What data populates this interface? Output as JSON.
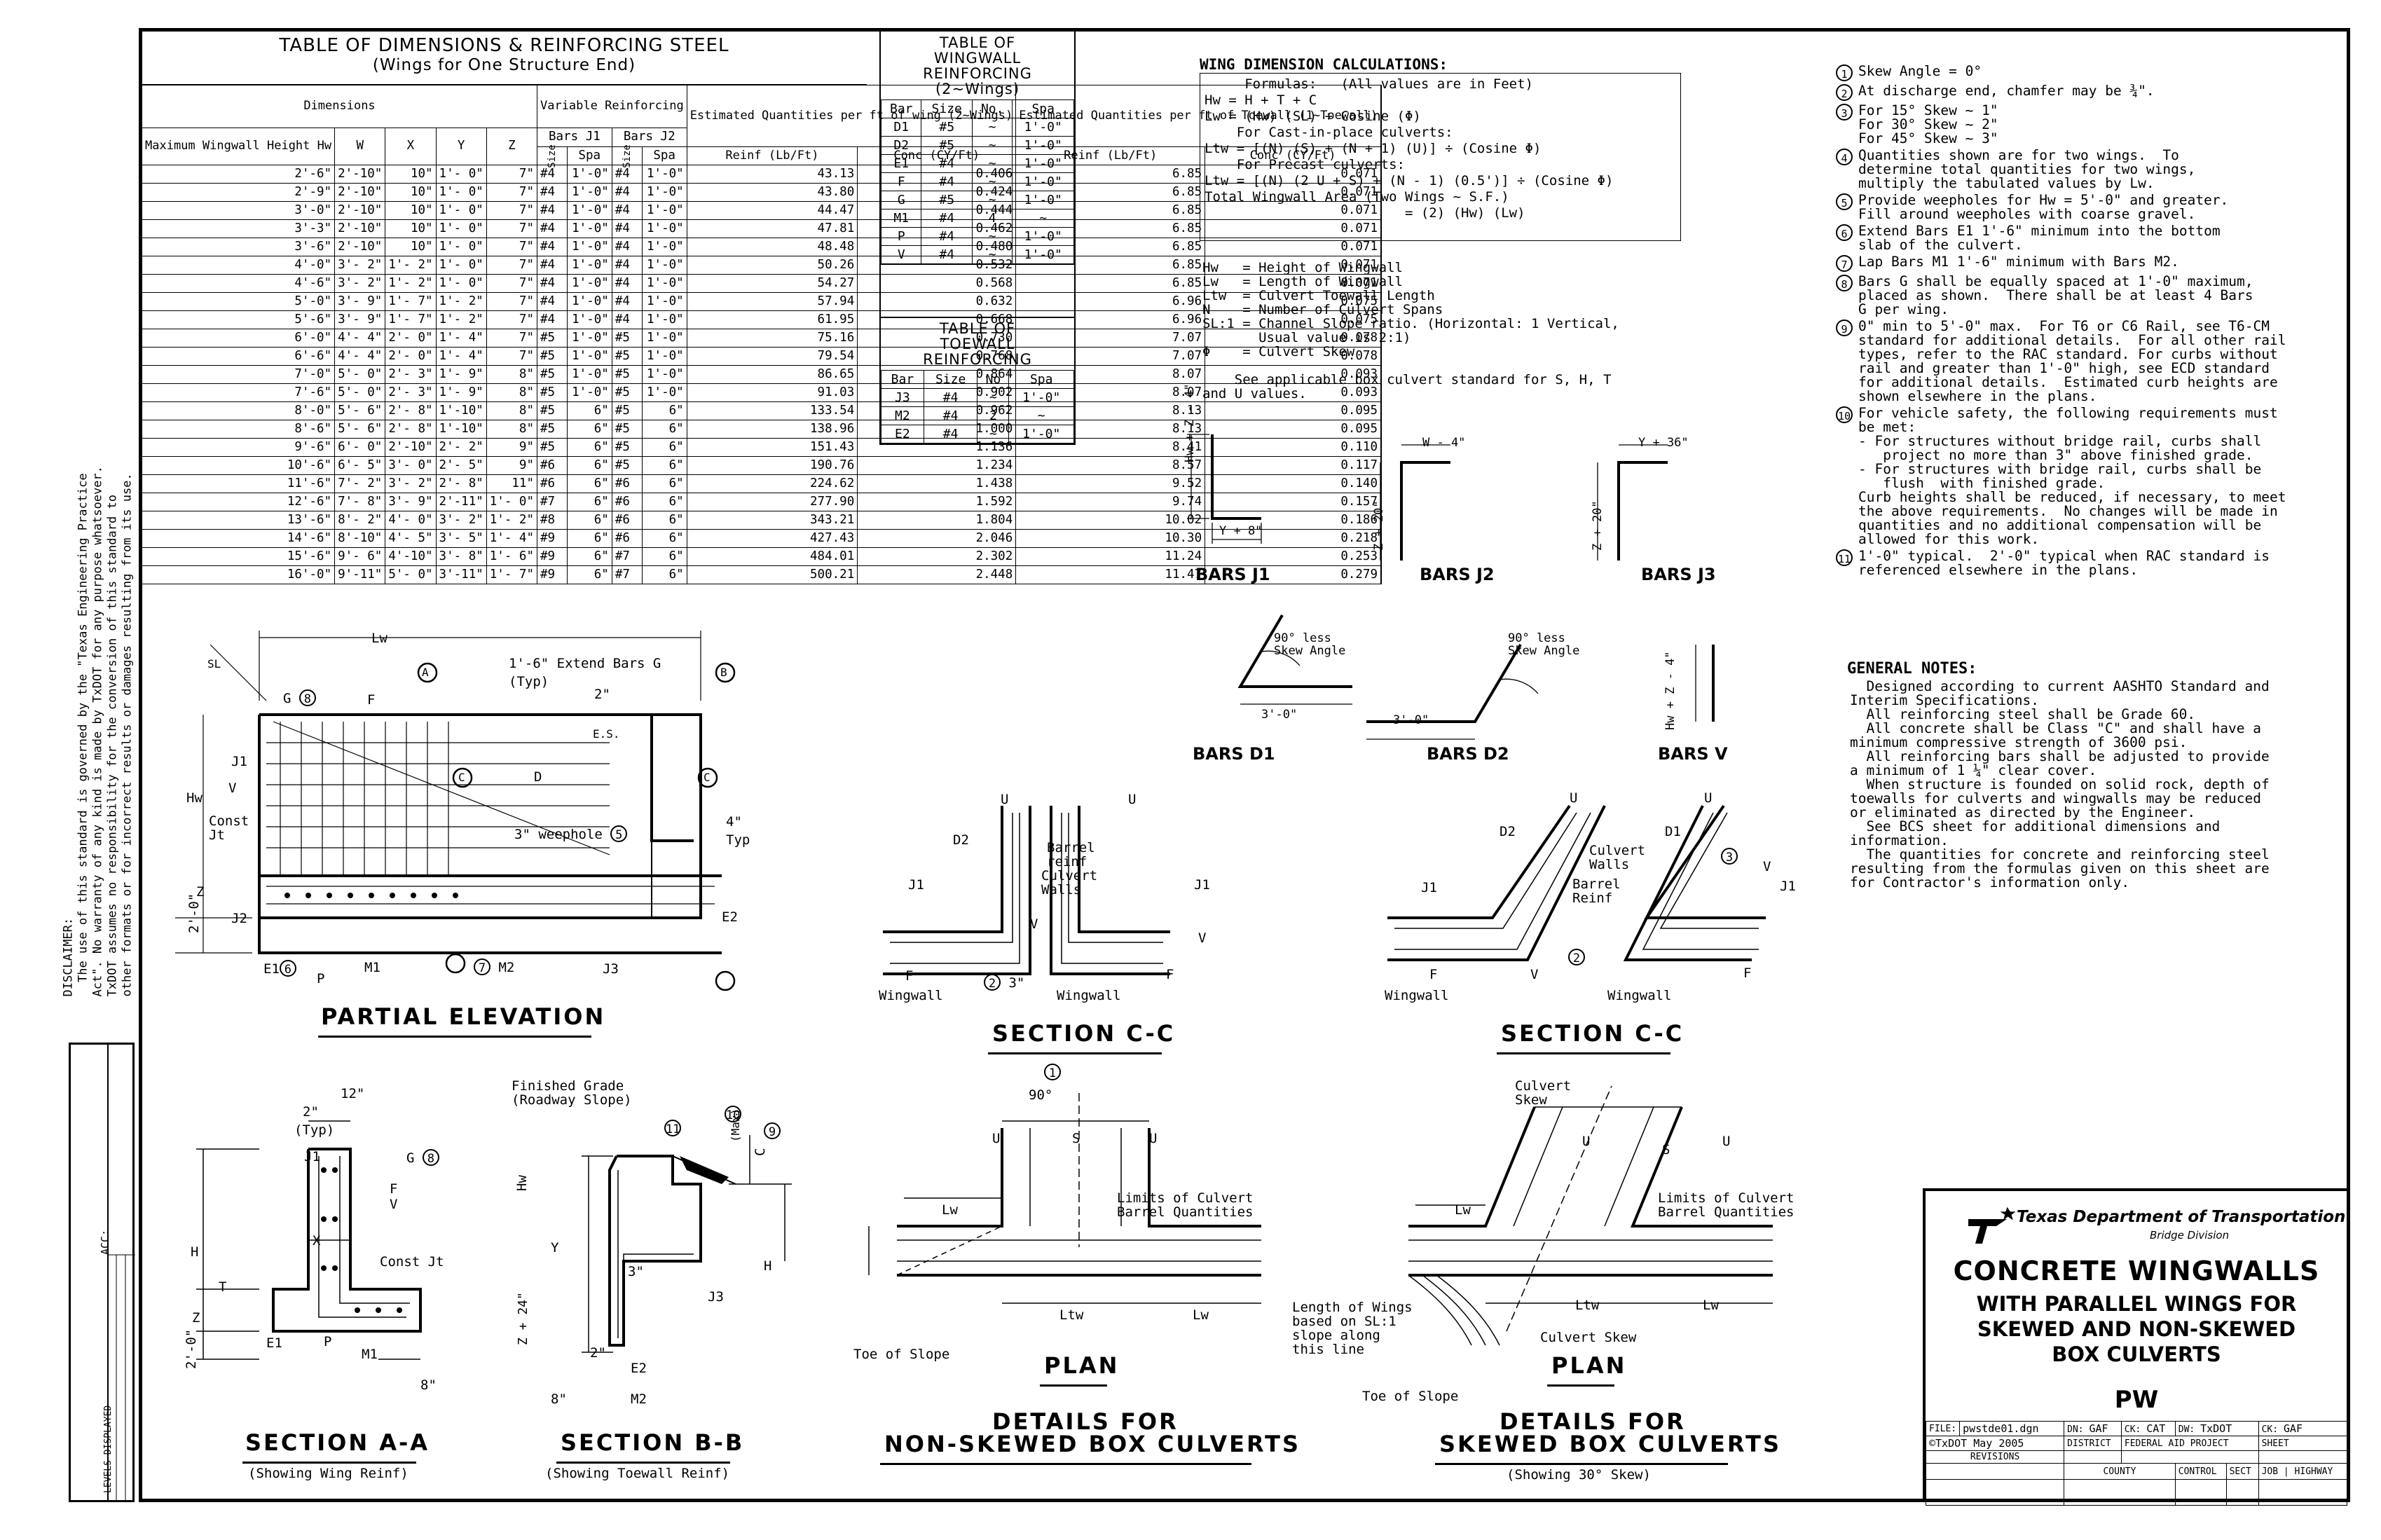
{
  "dimensions_table": {
    "title": "TABLE OF DIMENSIONS & REINFORCING STEEL",
    "subtitle": "(Wings for One Structure End)",
    "group_dimensions": "Dimensions",
    "group_variable": "Variable Reinforcing",
    "group_est_wing": "Estimated Quantities per ft of wing (2~Wings)",
    "group_est_toewall": "Estimated Quantities per ft of Toewall (1~Toewall)",
    "col_hw": "Maximum Wingwall Height Hw",
    "col_w": "W",
    "col_x": "X",
    "col_y": "Y",
    "col_z": "Z",
    "col_j1": "Bars J1",
    "col_j2": "Bars J2",
    "col_size": "Size",
    "col_spa": "Spa",
    "col_reinf": "Reinf (Lb/Ft)",
    "col_conc": "Conc (CY/Ft)",
    "rows": [
      [
        "2'-6\"",
        "2'-10\"",
        "10\"",
        "1'- 0\"",
        "7\"",
        "#4",
        "1'-0\"",
        "#4",
        "1'-0\"",
        "43.13",
        "0.406",
        "6.85",
        "0.071"
      ],
      [
        "2'-9\"",
        "2'-10\"",
        "10\"",
        "1'- 0\"",
        "7\"",
        "#4",
        "1'-0\"",
        "#4",
        "1'-0\"",
        "43.80",
        "0.424",
        "6.85",
        "0.071"
      ],
      [
        "3'-0\"",
        "2'-10\"",
        "10\"",
        "1'- 0\"",
        "7\"",
        "#4",
        "1'-0\"",
        "#4",
        "1'-0\"",
        "44.47",
        "0.444",
        "6.85",
        "0.071"
      ],
      [
        "3'-3\"",
        "2'-10\"",
        "10\"",
        "1'- 0\"",
        "7\"",
        "#4",
        "1'-0\"",
        "#4",
        "1'-0\"",
        "47.81",
        "0.462",
        "6.85",
        "0.071"
      ],
      [
        "3'-6\"",
        "2'-10\"",
        "10\"",
        "1'- 0\"",
        "7\"",
        "#4",
        "1'-0\"",
        "#4",
        "1'-0\"",
        "48.48",
        "0.480",
        "6.85",
        "0.071"
      ],
      [
        "4'-0\"",
        "3'- 2\"",
        "1'- 2\"",
        "1'- 0\"",
        "7\"",
        "#4",
        "1'-0\"",
        "#4",
        "1'-0\"",
        "50.26",
        "0.532",
        "6.85",
        "0.071"
      ],
      [
        "4'-6\"",
        "3'- 2\"",
        "1'- 2\"",
        "1'- 0\"",
        "7\"",
        "#4",
        "1'-0\"",
        "#4",
        "1'-0\"",
        "54.27",
        "0.568",
        "6.85",
        "0.071"
      ],
      [
        "5'-0\"",
        "3'- 9\"",
        "1'- 7\"",
        "1'- 2\"",
        "7\"",
        "#4",
        "1'-0\"",
        "#4",
        "1'-0\"",
        "57.94",
        "0.632",
        "6.96",
        "0.075"
      ],
      [
        "5'-6\"",
        "3'- 9\"",
        "1'- 7\"",
        "1'- 2\"",
        "7\"",
        "#4",
        "1'-0\"",
        "#4",
        "1'-0\"",
        "61.95",
        "0.668",
        "6.96",
        "0.075"
      ],
      [
        "6'-0\"",
        "4'- 4\"",
        "2'- 0\"",
        "1'- 4\"",
        "7\"",
        "#5",
        "1'-0\"",
        "#5",
        "1'-0\"",
        "75.16",
        "0.730",
        "7.07",
        "0.078"
      ],
      [
        "6'-6\"",
        "4'- 4\"",
        "2'- 0\"",
        "1'- 4\"",
        "7\"",
        "#5",
        "1'-0\"",
        "#5",
        "1'-0\"",
        "79.54",
        "0.768",
        "7.07",
        "0.078"
      ],
      [
        "7'-0\"",
        "5'- 0\"",
        "2'- 3\"",
        "1'- 9\"",
        "8\"",
        "#5",
        "1'-0\"",
        "#5",
        "1'-0\"",
        "86.65",
        "0.864",
        "8.07",
        "0.093"
      ],
      [
        "7'-6\"",
        "5'- 0\"",
        "2'- 3\"",
        "1'- 9\"",
        "8\"",
        "#5",
        "1'-0\"",
        "#5",
        "1'-0\"",
        "91.03",
        "0.902",
        "8.07",
        "0.093"
      ],
      [
        "8'-0\"",
        "5'- 6\"",
        "2'- 8\"",
        "1'-10\"",
        "8\"",
        "#5",
        "6\"",
        "#5",
        "6\"",
        "133.54",
        "0.962",
        "8.13",
        "0.095"
      ],
      [
        "8'-6\"",
        "5'- 6\"",
        "2'- 8\"",
        "1'-10\"",
        "8\"",
        "#5",
        "6\"",
        "#5",
        "6\"",
        "138.96",
        "1.000",
        "8.13",
        "0.095"
      ],
      [
        "9'-6\"",
        "6'- 0\"",
        "2'-10\"",
        "2'- 2\"",
        "9\"",
        "#5",
        "6\"",
        "#5",
        "6\"",
        "151.43",
        "1.136",
        "8.41",
        "0.110"
      ],
      [
        "10'-6\"",
        "6'- 5\"",
        "3'- 0\"",
        "2'- 5\"",
        "9\"",
        "#6",
        "6\"",
        "#5",
        "6\"",
        "190.76",
        "1.234",
        "8.57",
        "0.117"
      ],
      [
        "11'-6\"",
        "7'- 2\"",
        "3'- 2\"",
        "2'- 8\"",
        "11\"",
        "#6",
        "6\"",
        "#6",
        "6\"",
        "224.62",
        "1.438",
        "9.52",
        "0.140"
      ],
      [
        "12'-6\"",
        "7'- 8\"",
        "3'- 9\"",
        "2'-11\"",
        "1'- 0\"",
        "#7",
        "6\"",
        "#6",
        "6\"",
        "277.90",
        "1.592",
        "9.74",
        "0.157"
      ],
      [
        "13'-6\"",
        "8'- 2\"",
        "4'- 0\"",
        "3'- 2\"",
        "1'- 2\"",
        "#8",
        "6\"",
        "#6",
        "6\"",
        "343.21",
        "1.804",
        "10.02",
        "0.186"
      ],
      [
        "14'-6\"",
        "8'-10\"",
        "4'- 5\"",
        "3'- 5\"",
        "1'- 4\"",
        "#9",
        "6\"",
        "#6",
        "6\"",
        "427.43",
        "2.046",
        "10.30",
        "0.218"
      ],
      [
        "15'-6\"",
        "9'- 6\"",
        "4'-10\"",
        "3'- 8\"",
        "1'- 6\"",
        "#9",
        "6\"",
        "#7",
        "6\"",
        "484.01",
        "2.302",
        "11.24",
        "0.253"
      ],
      [
        "16'-0\"",
        "9'-11\"",
        "5'- 0\"",
        "3'-11\"",
        "1'- 7\"",
        "#9",
        "6\"",
        "#7",
        "6\"",
        "500.21",
        "2.448",
        "11.47",
        "0.279"
      ]
    ]
  },
  "wingwall_table": {
    "title": "TABLE OF WINGWALL REINFORCING (2~Wings)",
    "headers": [
      "Bar",
      "Size",
      "No.",
      "Spa"
    ],
    "rows": [
      [
        "D1",
        "#5",
        "~",
        "1'-0\""
      ],
      [
        "D2",
        "#5",
        "~",
        "1'-0\""
      ],
      [
        "E1",
        "#4",
        "~",
        "1'-0\""
      ],
      [
        "F",
        "#4",
        "~",
        "1'-0\""
      ],
      [
        "G",
        "#5",
        "~",
        "1'-0\""
      ],
      [
        "M1",
        "#4",
        "4",
        "~"
      ],
      [
        "P",
        "#4",
        "~",
        "1'-0\""
      ],
      [
        "V",
        "#4",
        "~",
        "1'-0\""
      ]
    ]
  },
  "toewall_table": {
    "title": "TABLE OF TOEWALL REINFORCING",
    "headers": [
      "Bar",
      "Size",
      "No",
      "Spa"
    ],
    "rows": [
      [
        "J3",
        "#4",
        "~",
        "1'-0\""
      ],
      [
        "M2",
        "#4",
        "2",
        "~"
      ],
      [
        "E2",
        "#4",
        "~",
        "1'-0\""
      ]
    ]
  },
  "wing_calc": {
    "title": "WING DIMENSION CALCULATIONS:",
    "lines": [
      "     Formulas:   (All values are in Feet)",
      "Hw = H + T + C",
      "Lw = (Hw) (SL) ÷ Cosine (Φ)",
      "    For Cast-in-place culverts:",
      "Ltw = [(N) (S) + (N + 1) (U)] ÷ (Cosine Φ)",
      "    For Precast culverts:",
      "Ltw = [(N) (2 U + S) + (N - 1) (0.5')] ÷ (Cosine Φ)",
      "Total Wingwall Area (Two Wings ~ S.F.)",
      "                         = (2) (Hw) (Lw)"
    ],
    "defs": [
      "Hw   = Height of Wingwall",
      "Lw   = Length of Wingwall",
      "Ltw  = Culvert Toewall Length",
      "N    = Number of Culvert Spans",
      "SL:1 = Channel Slope ratio. (Horizontal: 1 Vertical,",
      "       Usual value is 2:1)",
      "Φ    = Culvert Skew",
      "",
      "    See applicable box culvert standard for S, H, T",
      "and U values."
    ]
  },
  "notes": [
    {
      "n": "1",
      "t": "Skew Angle = 0°"
    },
    {
      "n": "2",
      "t": "At discharge end, chamfer may be ¾\"."
    },
    {
      "n": "3",
      "t": "For 15° Skew ~ 1\"\nFor 30° Skew ~ 2\"\nFor 45° Skew ~ 3\""
    },
    {
      "n": "4",
      "t": "Quantities shown are for two wings.  To\ndetermine total quantities for two wings,\nmultiply the tabulated values by Lw."
    },
    {
      "n": "5",
      "t": "Provide weepholes for Hw = 5'-0\" and greater.\nFill around weepholes with coarse gravel."
    },
    {
      "n": "6",
      "t": "Extend Bars E1 1'-6\" minimum into the bottom\nslab of the culvert."
    },
    {
      "n": "7",
      "t": "Lap Bars M1 1'-6\" minimum with Bars M2."
    },
    {
      "n": "8",
      "t": "Bars G shall be equally spaced at 1'-0\" maximum,\nplaced as shown.  There shall be at least 4 Bars\nG per wing."
    },
    {
      "n": "9",
      "t": "0\" min to 5'-0\" max.  For T6 or C6 Rail, see T6-CM\nstandard for additional details.  For all other rail\ntypes, refer to the RAC standard. For curbs without\nrail and greater than 1'-0\" high, see ECD standard\nfor additional details.  Estimated curb heights are\nshown elsewhere in the plans."
    },
    {
      "n": "10",
      "t": "For vehicle safety, the following requirements must\nbe met:\n- For structures without bridge rail, curbs shall\n   project no more than 3\" above finished grade.\n- For structures with bridge rail, curbs shall be\n   flush  with finished grade.\nCurb heights shall be reduced, if necessary, to meet\nthe above requirements.  No changes will be made in\nquantities and no additional compensation will be\nallowed for this work."
    },
    {
      "n": "11",
      "t": "1'-0\" typical.  2'-0\" typical when RAC standard is\nreferenced elsewhere in the plans."
    }
  ],
  "general_notes": {
    "title": "GENERAL NOTES:",
    "text": "  Designed according to current AASHTO Standard and\nInterim Specifications.\n  All reinforcing steel shall be Grade 60.\n  All concrete shall be Class \"C\" and shall have a\nminimum compressive strength of 3600 psi.\n  All reinforcing bars shall be adjusted to provide\na minimum of 1 ¼\" clear cover.\n  When structure is founded on solid rock, depth of\ntoewalls for culverts and wingwalls may be reduced\nor eliminated as directed by the Engineer.\n  See BCS sheet for additional dimensions and\ninformation.\n  The quantities for concrete and reinforcing steel\nresulting from the formulas given on this sheet are\nfor Contractor's information only."
  },
  "bars": {
    "j1": "BARS J1",
    "j2": "BARS J2",
    "j3": "BARS J3",
    "d1": "BARS D1",
    "d2": "BARS D2",
    "v": "BARS V",
    "j1_dim_v": "Hw + Z - 4\"",
    "j1_dim_h": "Y + 8\"",
    "j2_dim_h": "W - 4\"",
    "j2_dim_v": "Z + 20\"",
    "j3_dim_h": "Y + 36\"",
    "j3_dim_v": "Z + 20\"",
    "d_dim": "3'-0\"",
    "d_angle": "90° less\nSkew Angle",
    "v_dim": "Hw + Z - 4\""
  },
  "views": {
    "partial_elevation": "PARTIAL ELEVATION",
    "section_cc_1": "SECTION C-C",
    "section_cc_2": "SECTION C-C",
    "section_aa": "SECTION A-A",
    "section_aa_sub": "(Showing Wing Reinf)",
    "section_bb": "SECTION B-B",
    "section_bb_sub": "(Showing Toewall Reinf)",
    "plan_1": "PLAN",
    "plan_2": "PLAN",
    "details_ns_1": "DETAILS FOR",
    "details_ns_2": "NON-SKEWED BOX CULVERTS",
    "details_sk_1": "DETAILS FOR",
    "details_sk_2": "SKEWED BOX CULVERTS",
    "details_sk_sub": "(Showing 30° Skew)"
  },
  "elev_labels": {
    "lw": "Lw",
    "sl": "SL",
    "one": "1",
    "extend": "1'-6\" Extend Bars G",
    "typ": "(Typ)",
    "g": "G",
    "f": "F",
    "j1": "J1",
    "v": "V",
    "const": "Const\nJt",
    "hw": "Hw",
    "z": "Z",
    "two_ft": "2'-0\"",
    "j2": "J2",
    "e1": "E1",
    "p": "P",
    "m1": "M1",
    "m2": "M2",
    "j3": "J3",
    "e2": "E2",
    "d": "D",
    "weephole": "3\" weephole",
    "four": "4\"",
    "typ2": "Typ",
    "two_in": "2\"",
    "es": "E.S.",
    "a": "A",
    "b": "B",
    "c": "C"
  },
  "sec_labels": {
    "d2": "D2",
    "d1": "D1",
    "barrel": "Barrel\nreinf",
    "culvert_walls": "Culvert\nWalls",
    "barrel2": "Barrel\nReinf",
    "culvert_walls2": "Culvert\nWalls",
    "j1": "J1",
    "v": "V",
    "f": "F",
    "wingwall": "Wingwall",
    "u": "U",
    "chamfer": "3\"",
    "twelve": "12\"",
    "two": "2\"",
    "typ": "(Typ)",
    "x": "X",
    "h": "H",
    "t": "T",
    "y": "Y",
    "const_jt": "Const Jt",
    "eight": "8\"",
    "three": "3\"",
    "finished_grade": "Finished Grade\n(Roadway Slope)",
    "max": "(Max)",
    "c": "C",
    "z24": "Z + 24\"",
    "e2": "E2",
    "m2": "M2",
    "j3": "J3",
    "ninety": "90°",
    "s": "S",
    "limits": "Limits of Culvert\nBarrel Quantities",
    "ltw": "Ltw",
    "toe": "Toe of Slope",
    "culvert_skew": "Culvert\nSkew",
    "length_wings": "Length of Wings\nbased on SL:1\nslope along\nthis line",
    "culvert_skew2": "Culvert Skew"
  },
  "disclaimer": "DISCLAIMER:\n  The use of this standard is governed by the \"Texas Engineering Practice\nAct\". No warranty of any kind is made by TxDOT for any purpose whatsoever.\nTxDOT assumes no responsibility for the conversion of this standard to\nother formats or for incorrect results or damages resulting from its use.",
  "sidebar": {
    "acc": "ACC:",
    "levels": "LEVELS DISPLAYED"
  },
  "title_block": {
    "agency": "Texas Department of Transportation",
    "division": "Bridge Division",
    "title1": "CONCRETE WINGWALLS",
    "title2": "WITH PARALLEL WINGS FOR",
    "title3": "SKEWED AND NON-SKEWED",
    "title4": "BOX CULVERTS",
    "code": "PW",
    "file_lbl": "FILE:",
    "file": "pwstde01.dgn",
    "dn_lbl": "DN:",
    "dn": "GAF",
    "ck_lbl": "CK:",
    "ck": "CAT",
    "dw_lbl": "DW:",
    "dw": "TxDOT",
    "ck2_lbl": "CK:",
    "ck2": "GAF",
    "copyright": "©TxDOT  May 2005",
    "district": "DISTRICT",
    "federal": "FEDERAL AID PROJECT",
    "sheet": "SHEET",
    "revisions": "REVISIONS",
    "county": "COUNTY",
    "control": "CONTROL",
    "sect": "SECT",
    "job": "JOB",
    "highway": "HIGHWAY"
  }
}
